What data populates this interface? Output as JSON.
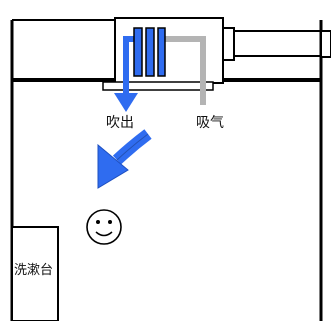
{
  "labels": {
    "blow_out": "吹出",
    "intake": "吸气",
    "washstand": "洗漱台"
  },
  "colors": {
    "blue_arrow": "#2f6cf0",
    "gray_duct": "#b4b4b4",
    "line": "#000000",
    "background": "#ffffff"
  },
  "icons": [
    "smiley-face-icon",
    "down-arrow-icon",
    "curved-arrow-icon"
  ]
}
